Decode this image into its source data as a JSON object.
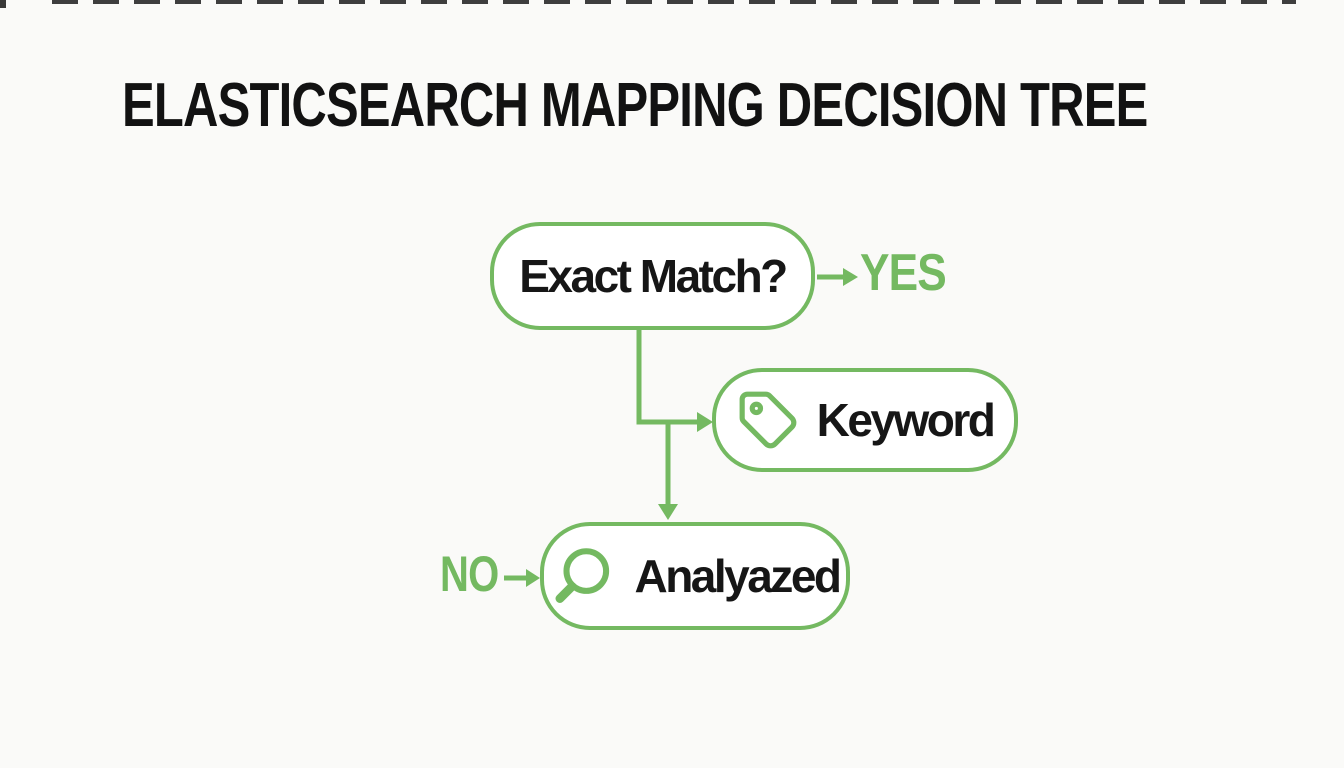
{
  "page": {
    "title": "ELASTICSEARCH MAPPING DECISION TREE"
  },
  "colors": {
    "accent_green": "#74b961",
    "text_dark": "#161616",
    "background": "#fafaf8"
  },
  "flowchart": {
    "nodes": [
      {
        "id": "exact-match",
        "label": "Exact Match?",
        "icon": "none"
      },
      {
        "id": "keyword",
        "label": "Keyword",
        "icon": "tag-icon"
      },
      {
        "id": "analyzed",
        "label": "Analyazed",
        "icon": "search-icon"
      }
    ],
    "labels": {
      "yes": "YES",
      "no": "NO"
    },
    "edges": [
      {
        "from": "exact-match",
        "to": "yes-label",
        "direction": "right"
      },
      {
        "from": "exact-match",
        "to": "keyword",
        "direction": "down-then-right"
      },
      {
        "from": "exact-match",
        "to": "analyzed",
        "direction": "down"
      },
      {
        "from": "no-label",
        "to": "analyzed",
        "direction": "right"
      }
    ]
  }
}
